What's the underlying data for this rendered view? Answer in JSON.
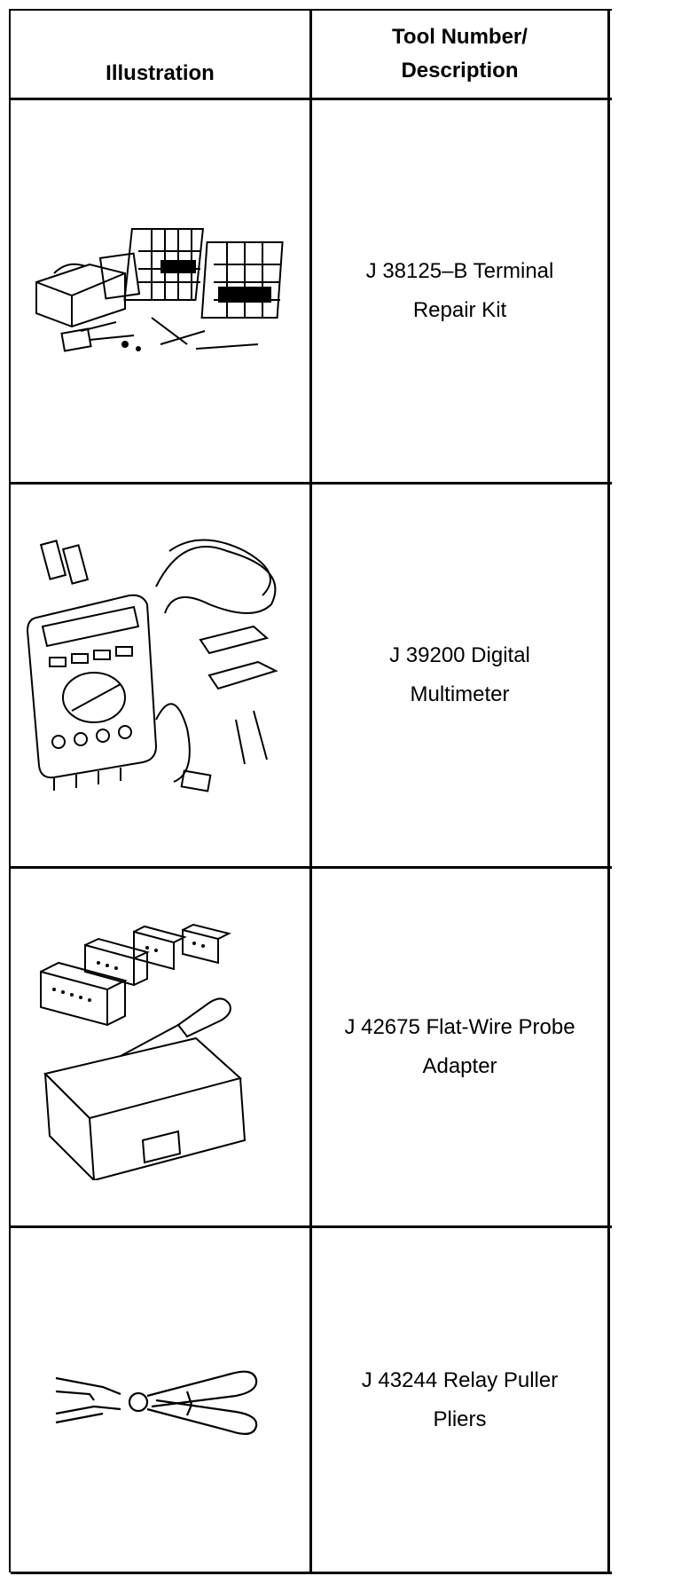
{
  "header": {
    "illustration": "Illustration",
    "tool_number": "Tool Number/\nDescription"
  },
  "tools": [
    {
      "description": "J 38125–B Terminal Repair Kit",
      "icon": "terminal-repair-kit-icon"
    },
    {
      "description": "J 39200 Digital Multimeter",
      "icon": "digital-multimeter-icon"
    },
    {
      "description": "J 42675 Flat-Wire Probe Adapter",
      "icon": "probe-adapter-icon"
    },
    {
      "description": "J 43244 Relay Puller Pliers",
      "icon": "relay-puller-pliers-icon"
    }
  ]
}
